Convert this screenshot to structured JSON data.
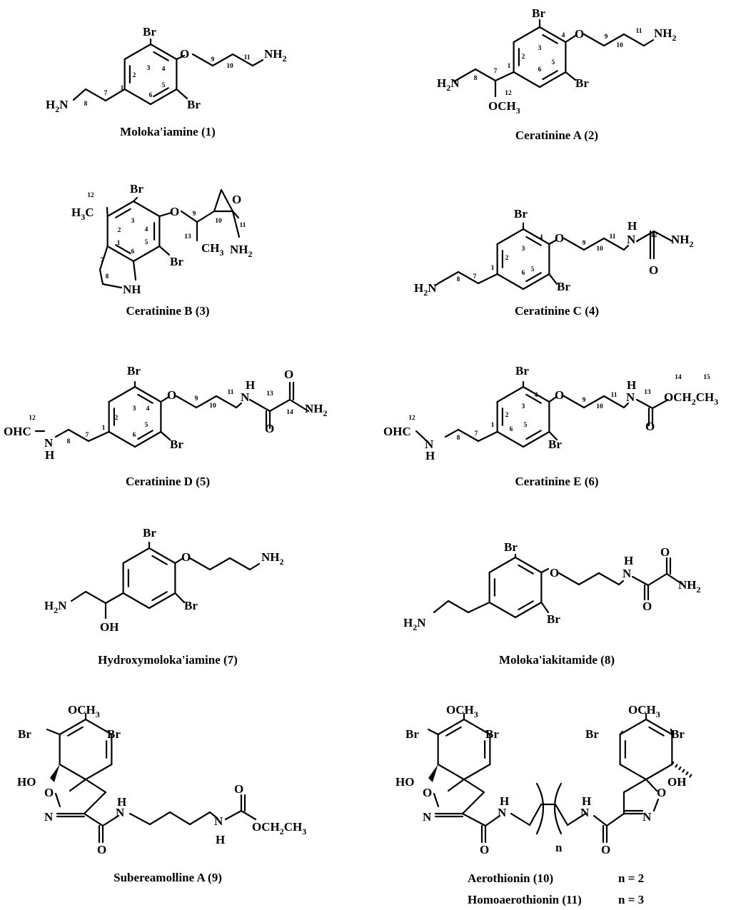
{
  "compounds": [
    {
      "name": "Moloka'iamine",
      "num": "(1)"
    },
    {
      "name": "Ceratinine A",
      "num": "(2)"
    },
    {
      "name": "Ceratinine B",
      "num": "(3)"
    },
    {
      "name": "Ceratinine C",
      "num": "(4)"
    },
    {
      "name": "Ceratinine D",
      "num": "(5)"
    },
    {
      "name": "Ceratinine E",
      "num": "(6)"
    },
    {
      "name": "Hydroxymoloka'iamine",
      "num": "(7)"
    },
    {
      "name": "Moloka'iakitamide",
      "num": "(8)"
    },
    {
      "name": "Subereamolline A",
      "num": "(9)"
    },
    {
      "name": "Aerothionin",
      "num": "(10)",
      "extra": "n = 2"
    },
    {
      "name": "Homoaerothionin",
      "num": "(11)",
      "extra": "n = 3"
    }
  ],
  "chain_index": "n",
  "atoms": {
    "br": "Br",
    "o": "O",
    "n": "N",
    "nh": "NH",
    "h": "H",
    "ho": "HO",
    "oh": "OH",
    "h2n": "H",
    "nh2": "NH",
    "ch3": "CH",
    "och3": "OCH",
    "ohc": "OHC",
    "och2ch3": "OCH",
    "ch2": "CH",
    "h3c": "H",
    "c": "C"
  },
  "subscripts": {
    "two": "2",
    "three": "3"
  },
  "locants": [
    "1",
    "2",
    "3",
    "4",
    "5",
    "6",
    "7",
    "8",
    "9",
    "10",
    "11",
    "12",
    "13",
    "14",
    "15"
  ]
}
